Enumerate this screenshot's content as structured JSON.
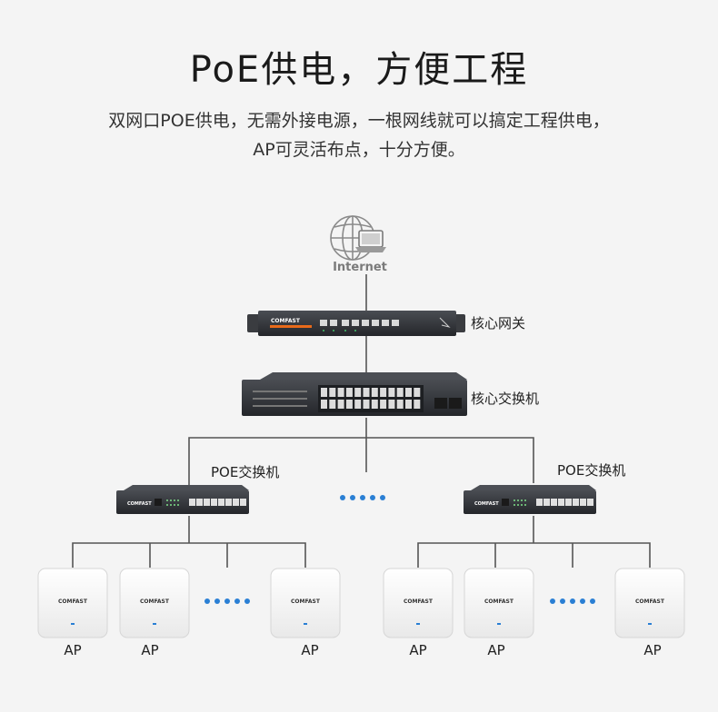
{
  "header": {
    "title": "PoE供电，方便工程",
    "subtitle_line1": "双网口POE供电，无需外接电源，一根网线就可以搞定工程供电，",
    "subtitle_line2": "AP可灵活布点，十分方便。"
  },
  "internet": {
    "label": "Internet"
  },
  "devices": {
    "gateway_label": "核心网关",
    "core_switch_label": "核心交换机",
    "poe_switch_left_label": "POE交换机",
    "poe_switch_right_label": "POE交换机",
    "brand": "COMFAST"
  },
  "access_points": {
    "left": [
      "AP",
      "AP",
      "AP"
    ],
    "right": [
      "AP",
      "AP",
      "AP"
    ]
  },
  "colors": {
    "accent_dots": "#2a7fd4",
    "lines": "#555555",
    "device_dark": "#2b2d31",
    "brand_orange": "#e86a1a"
  }
}
